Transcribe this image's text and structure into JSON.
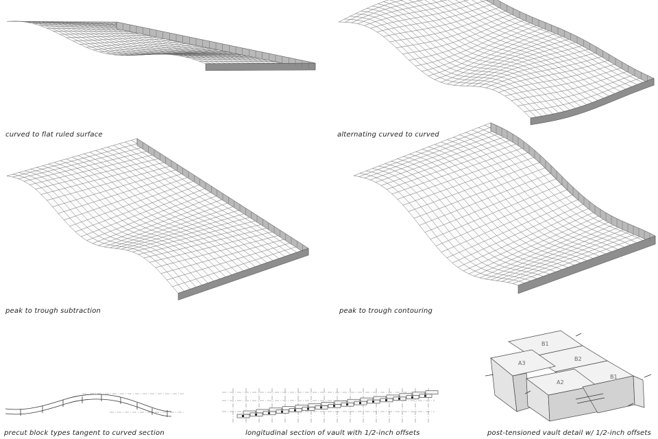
{
  "panels": {
    "p1": {
      "caption": "curved to flat ruled surface"
    },
    "p2": {
      "caption": "alternating curved to curved"
    },
    "p3": {
      "caption": "peak to trough subtraction"
    },
    "p4": {
      "caption": "peak to trough contouring"
    },
    "p5": {
      "caption": "precut block types tangent to curved section"
    },
    "p6": {
      "caption": "longitudinal section of vault with 1/2-inch offsets"
    },
    "p7": {
      "caption": "post-tensioned vault detail w/ 1/2-inch offsets",
      "block_labels": [
        "B1",
        "A3",
        "B2",
        "A2",
        "B1"
      ]
    }
  }
}
